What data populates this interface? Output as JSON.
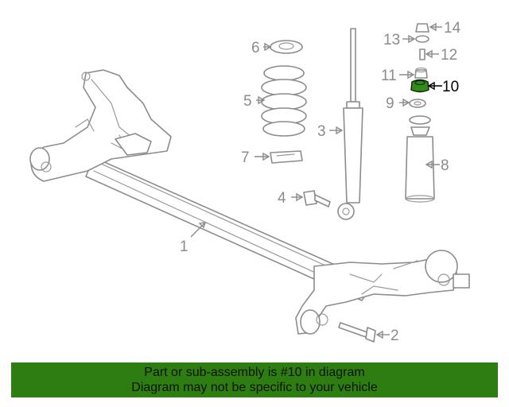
{
  "diagram": {
    "highlight_color": "#2f8f12",
    "callouts": [
      {
        "id": "c1",
        "label": "1"
      },
      {
        "id": "c2",
        "label": "2"
      },
      {
        "id": "c3",
        "label": "3"
      },
      {
        "id": "c4",
        "label": "4"
      },
      {
        "id": "c5",
        "label": "5"
      },
      {
        "id": "c6",
        "label": "6"
      },
      {
        "id": "c7",
        "label": "7"
      },
      {
        "id": "c8",
        "label": "8"
      },
      {
        "id": "c9",
        "label": "9"
      },
      {
        "id": "c10",
        "label": "10"
      },
      {
        "id": "c11",
        "label": "11"
      },
      {
        "id": "c12",
        "label": "12"
      },
      {
        "id": "c13",
        "label": "13"
      },
      {
        "id": "c14",
        "label": "14"
      }
    ],
    "highlighted_part": "10"
  },
  "banner": {
    "line1": "Part or sub-assembly is #10 in diagram",
    "line2": "Diagram may not be specific to your vehicle",
    "background": "#2e7d10"
  }
}
